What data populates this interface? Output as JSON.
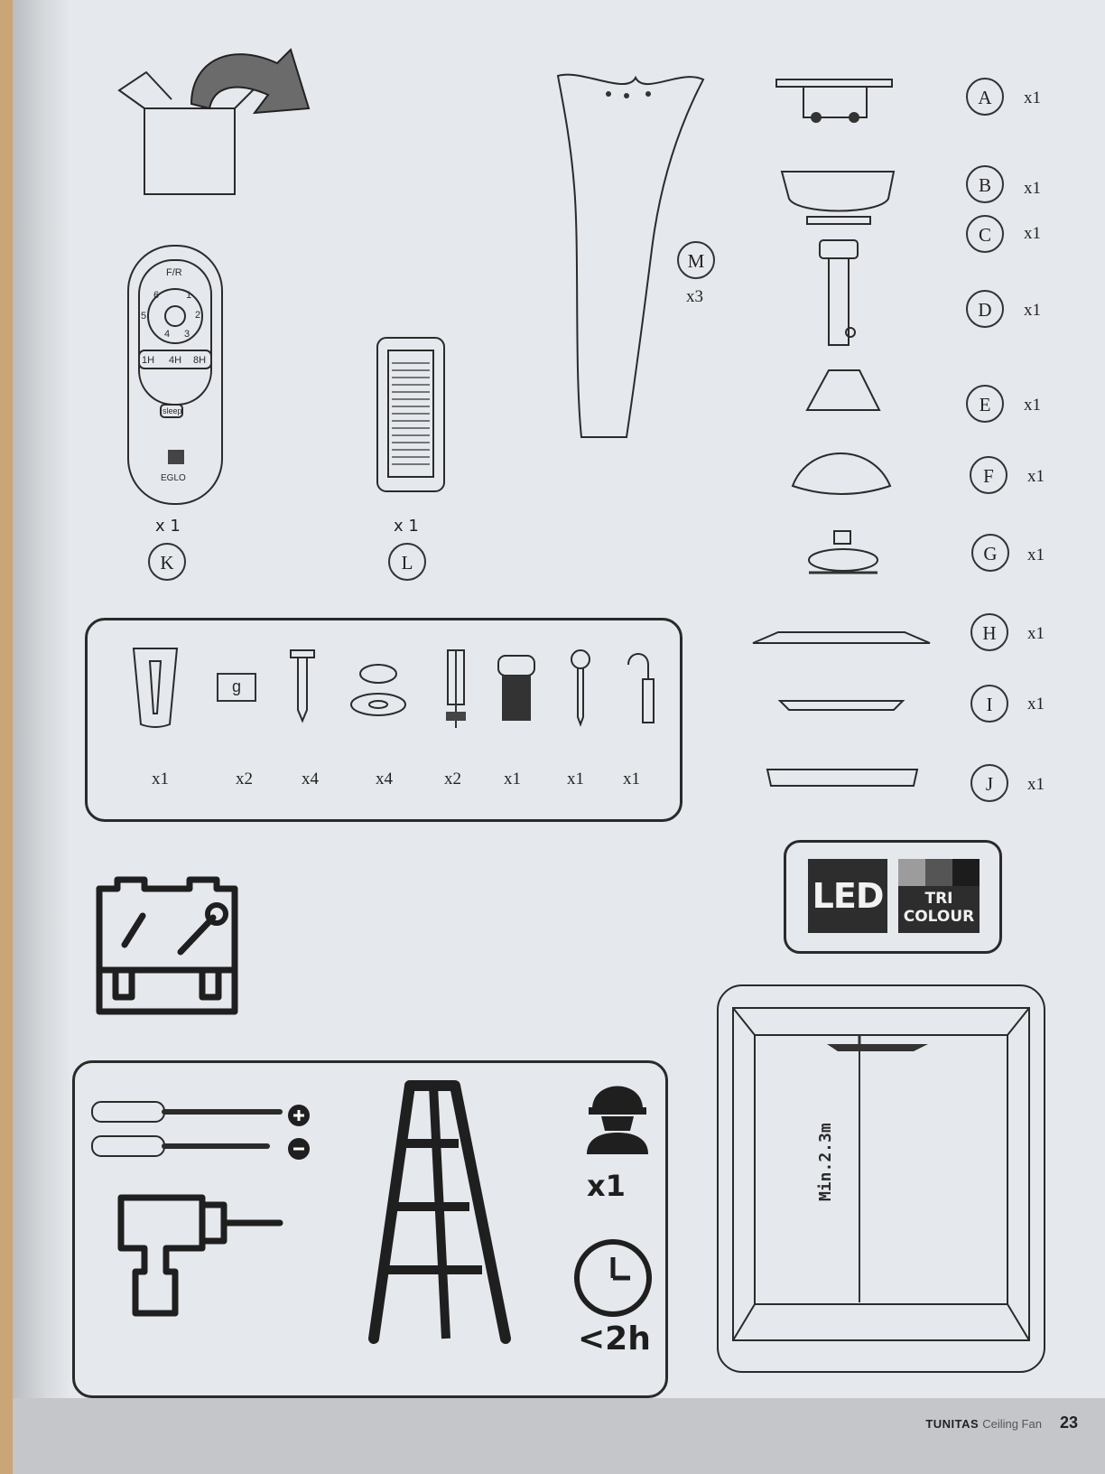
{
  "parts": [
    {
      "letter": "A",
      "qty": "x1"
    },
    {
      "letter": "B",
      "qty": "x1"
    },
    {
      "letter": "C",
      "qty": "x1"
    },
    {
      "letter": "D",
      "qty": "x1"
    },
    {
      "letter": "E",
      "qty": "x1"
    },
    {
      "letter": "F",
      "qty": "x1"
    },
    {
      "letter": "G",
      "qty": "x1"
    },
    {
      "letter": "H",
      "qty": "x1"
    },
    {
      "letter": "I",
      "qty": "x1"
    },
    {
      "letter": "J",
      "qty": "x1"
    }
  ],
  "blade": {
    "letter": "M",
    "qty": "x3"
  },
  "remote": {
    "letter": "K",
    "qty": "x 1",
    "buttons": {
      "fr": "F/R",
      "n1": "1",
      "n2": "2",
      "n3": "3",
      "n4": "4",
      "n5": "5",
      "n6": "6",
      "t1": "1H",
      "t4": "4H",
      "t8": "8H",
      "sleep": "sleep"
    },
    "brand": "EGLO"
  },
  "receiver": {
    "letter": "L",
    "qty": "x 1"
  },
  "hardware": {
    "items": [
      {
        "name": "rubber-pad",
        "qty": "x1"
      },
      {
        "name": "weight",
        "label": "g",
        "qty": "x2"
      },
      {
        "name": "screw",
        "qty": "x4"
      },
      {
        "name": "washer",
        "qty": "x4"
      },
      {
        "name": "anchor-bolt",
        "qty": "x2"
      },
      {
        "name": "nut",
        "qty": "x1"
      },
      {
        "name": "eye-hook",
        "qty": "x1"
      },
      {
        "name": "hook-bolt",
        "qty": "x1"
      }
    ]
  },
  "tools": {
    "installers": "x1",
    "duration": "<2h"
  },
  "led_badge": {
    "led": "LED",
    "tri_line1": "TRI",
    "tri_line2": "COLOUR"
  },
  "room": {
    "min_height": "Min.2.3m"
  },
  "footer": {
    "model": "TUNITAS",
    "product": "Ceiling Fan",
    "page": "23"
  }
}
